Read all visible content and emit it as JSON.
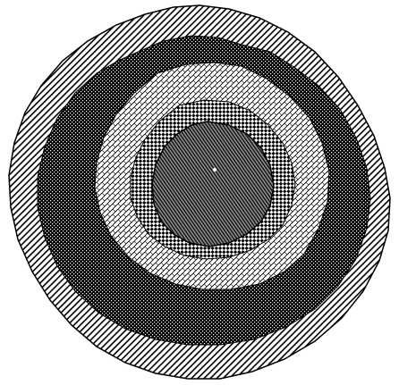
{
  "figure": {
    "kind": "concentric patterned rings",
    "background_color": "#ffffff",
    "outline_color": "#000000",
    "layers": [
      {
        "id": "outer-ring",
        "pattern": "diagonal-hatch",
        "pattern_color": "#000000",
        "fill_color": "#ffffff"
      },
      {
        "id": "dark-ring",
        "pattern": "dense-checker",
        "pattern_color": "#000000",
        "fill_color": "#ffffff"
      },
      {
        "id": "light-ring",
        "pattern": "diagonal-crosshatch",
        "pattern_color": "#000000",
        "fill_color": "#ffffff"
      },
      {
        "id": "checker-ring",
        "pattern": "coarse-checker",
        "pattern_color": "#000000",
        "fill_color": "#ffffff"
      },
      {
        "id": "core",
        "pattern": "fine-diagonal-hatch",
        "pattern_color": "#000000",
        "fill_color": "#8a8a8a"
      }
    ]
  }
}
